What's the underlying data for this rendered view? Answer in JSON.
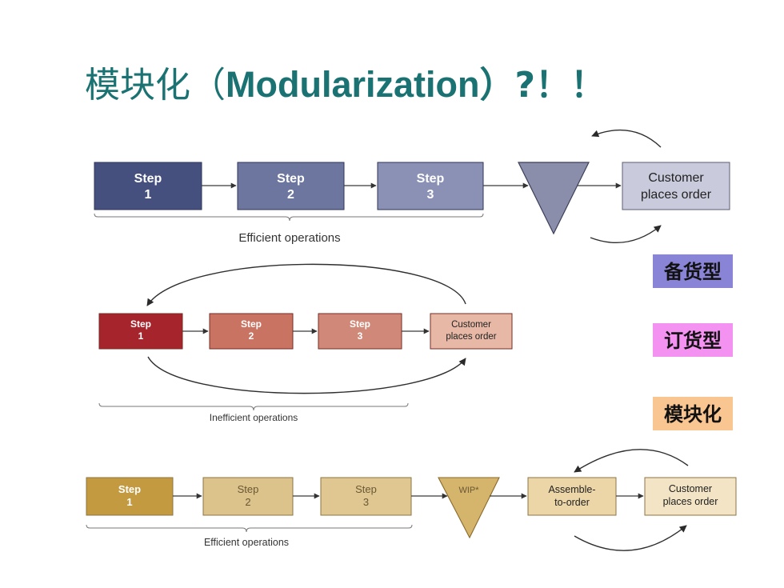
{
  "title": {
    "prefix": "模块化（",
    "term": "Modularization",
    "suffix": "）?！！"
  },
  "rows": [
    {
      "steps": [
        {
          "label": "Step",
          "number": "1",
          "fill": "#45507f"
        },
        {
          "label": "Step",
          "number": "2",
          "fill": "#6c769e"
        },
        {
          "label": "Step",
          "number": "3",
          "fill": "#8a91b4"
        }
      ],
      "buffer_fill": "#8a8eab",
      "customer": {
        "line1": "Customer",
        "line2": "places order",
        "fill": "#c9cbdc"
      },
      "bracket_label": "Efficient operations"
    },
    {
      "steps": [
        {
          "label": "Step",
          "number": "1",
          "fill": "#a6242c"
        },
        {
          "label": "Step",
          "number": "2",
          "fill": "#c97362"
        },
        {
          "label": "Step",
          "number": "3",
          "fill": "#d08978"
        }
      ],
      "customer": {
        "line1": "Customer",
        "line2": "places order",
        "fill": "#e7b8a6"
      },
      "bracket_label": "Inefficient operations"
    },
    {
      "steps": [
        {
          "label": "Step",
          "number": "1",
          "fill": "#c39a40"
        },
        {
          "label": "Step",
          "number": "2",
          "fill": "#dcc28b"
        },
        {
          "label": "Step",
          "number": "3",
          "fill": "#e0c791"
        }
      ],
      "buffer_label": "WIP*",
      "buffer_fill": "#d5b46c",
      "assemble": {
        "line1": "Assemble-",
        "line2": "to-order",
        "fill": "#ecd6a8"
      },
      "customer": {
        "line1": "Customer",
        "line2": "places order",
        "fill": "#f2e4c4"
      },
      "bracket_label": "Efficient operations"
    }
  ],
  "side_labels": [
    {
      "text": "备货型",
      "fill": "#8a84d7"
    },
    {
      "text": "订货型",
      "fill": "#f392f1"
    },
    {
      "text": "模块化",
      "fill": "#f9c590"
    }
  ]
}
